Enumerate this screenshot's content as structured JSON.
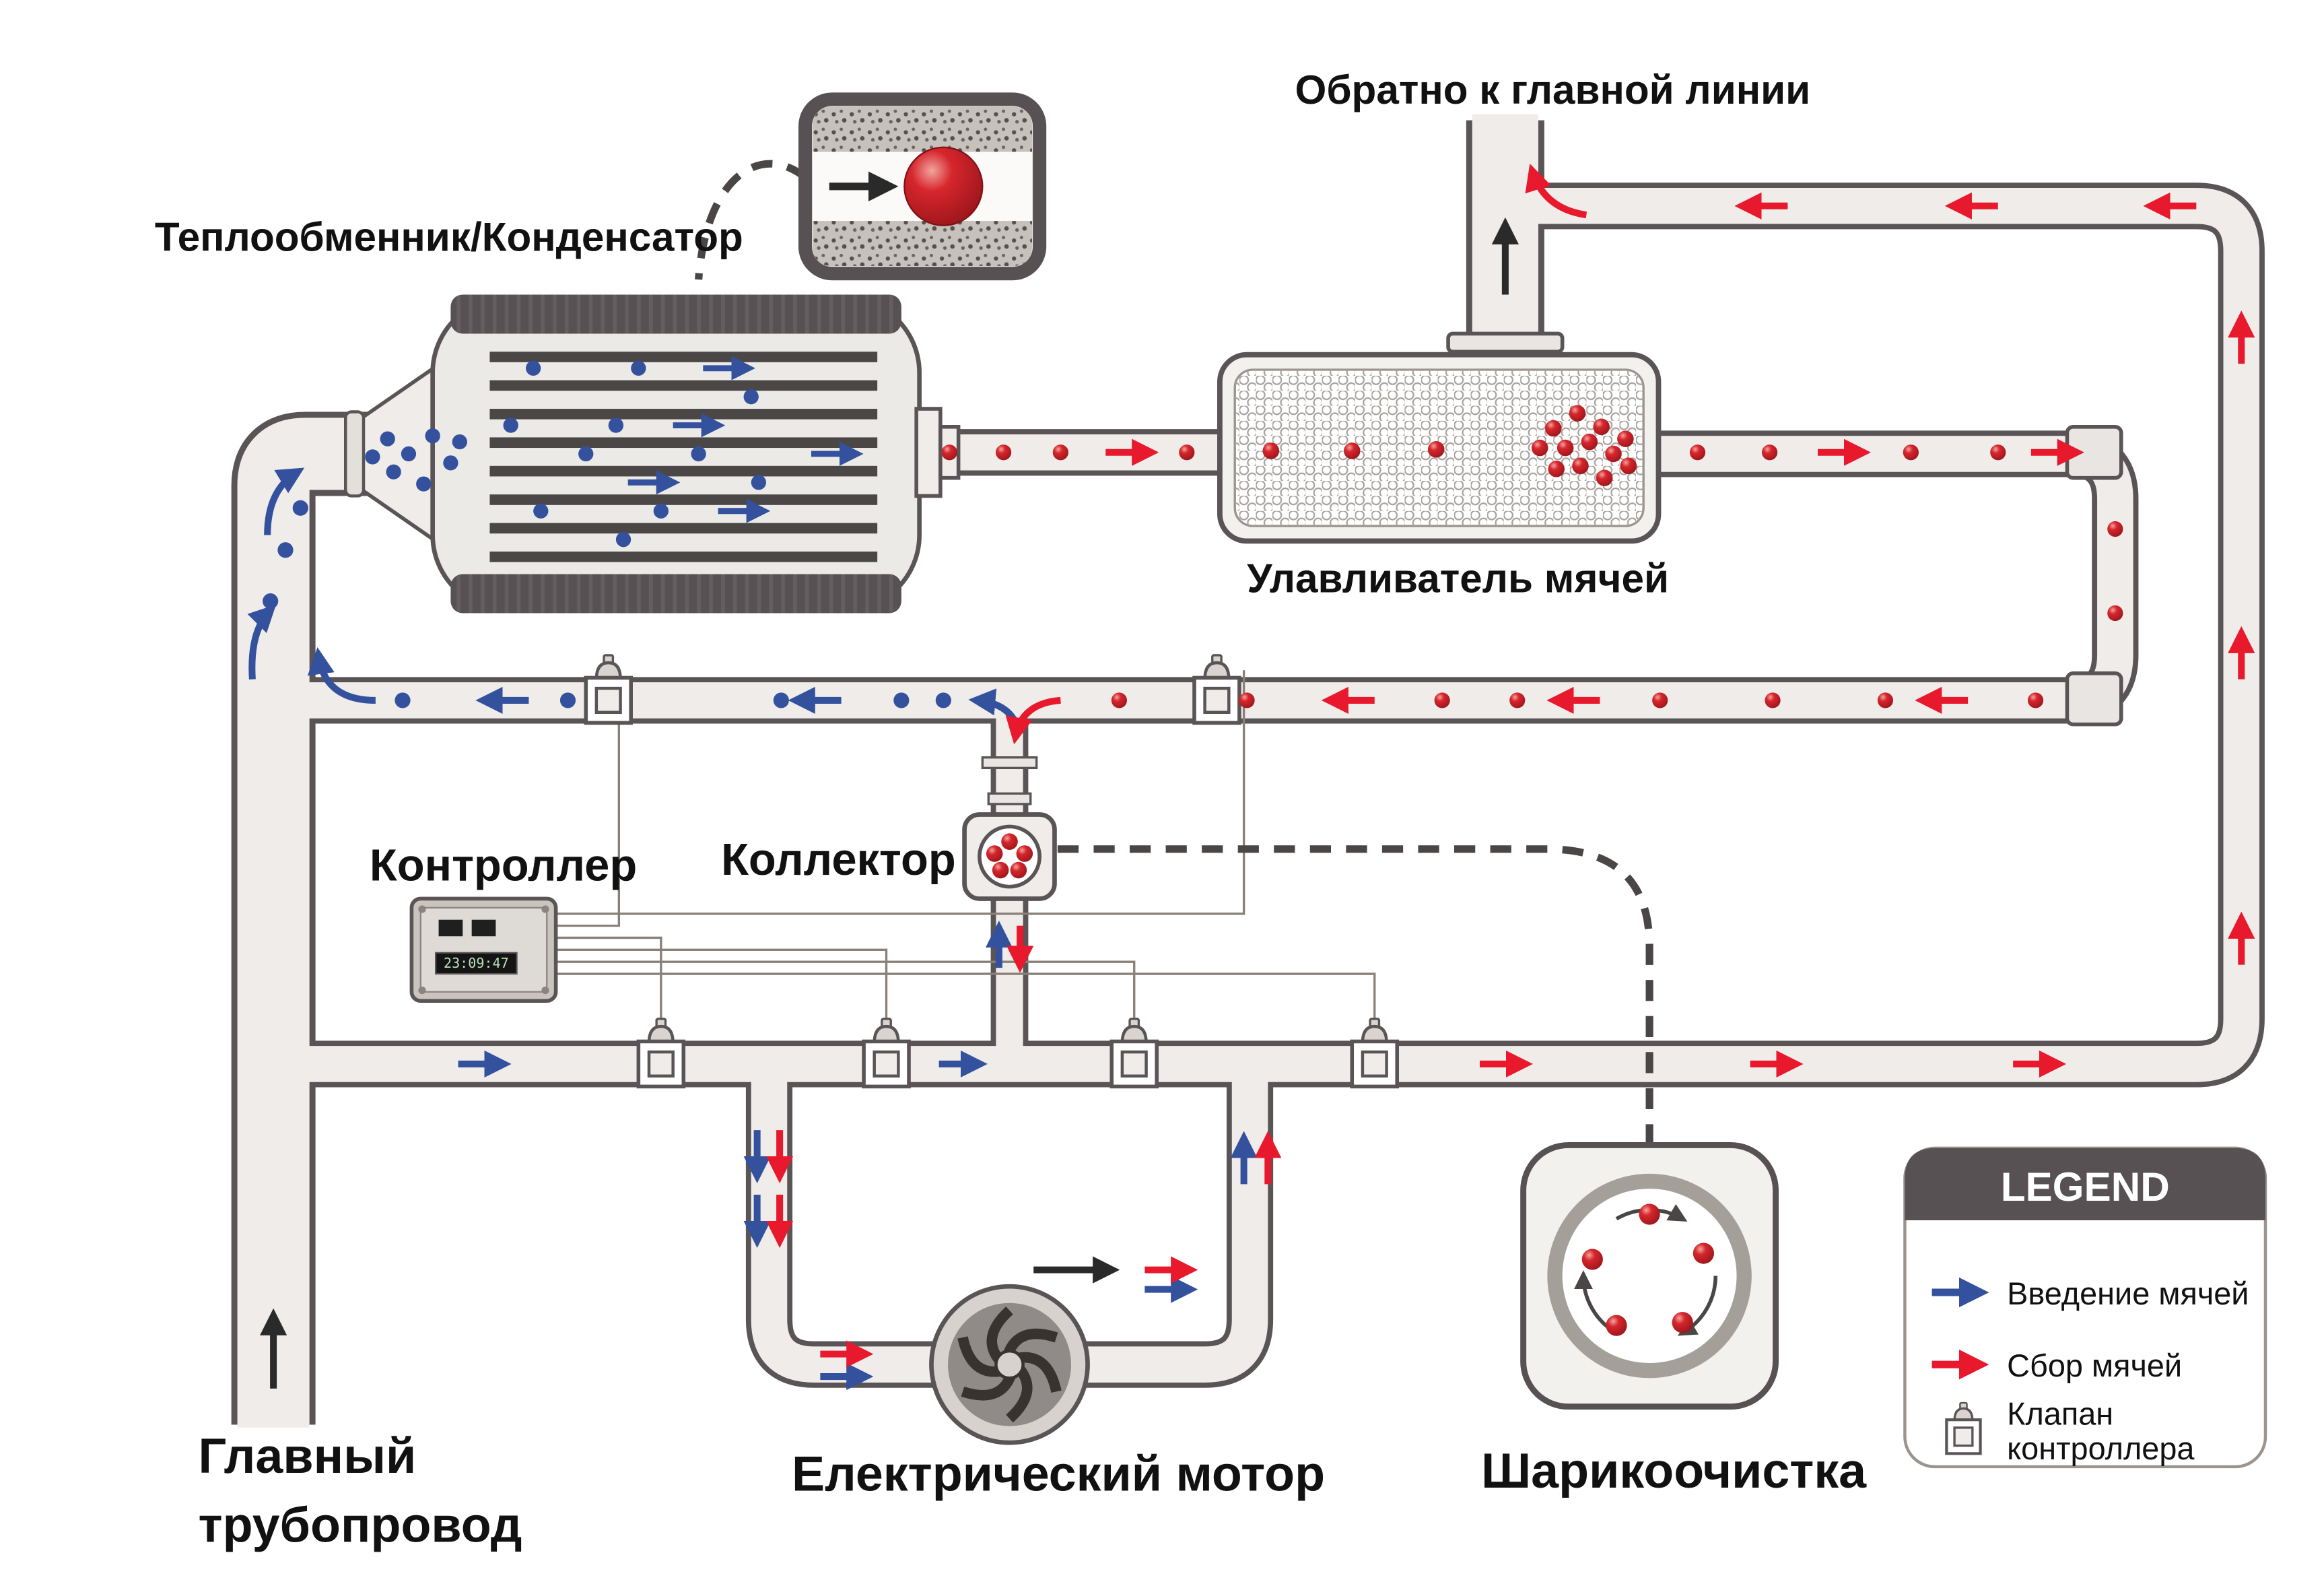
{
  "diagram": {
    "title_labels": {
      "heat_exchanger": "Теплообменник/Конденсатор",
      "back_to_main_line": "Обратно к главной линии",
      "ball_catcher": "Улавливатель мячей",
      "controller": "Контроллер",
      "collector": "Коллектор",
      "main_pipeline_line1": "Главный",
      "main_pipeline_line2": "трубопровод",
      "electric_motor": "Електрический мотор",
      "ball_cleaning": "Шарикоочистка"
    },
    "controller": {
      "display_value": "23:09:47"
    },
    "legend": {
      "title": "LEGEND",
      "items": [
        {
          "icon": "ball-injection-arrow-icon",
          "label": "Введение мячей",
          "color": "#34519e"
        },
        {
          "icon": "ball-collection-arrow-icon",
          "label": "Сбор мячей",
          "color": "#e8192c"
        },
        {
          "icon": "controller-valve-icon",
          "label_line1": "Клапан",
          "label_line2": "контроллера"
        }
      ],
      "position": "bottom-right"
    },
    "colors": {
      "injection_blue": "#34519e",
      "collection_red": "#e8192c",
      "ball_red": "#c4202a",
      "pipe_fill": "#efecea",
      "pipe_outline": "#5a5456",
      "dark_panel": "#575153",
      "background": "#ffffff"
    }
  }
}
